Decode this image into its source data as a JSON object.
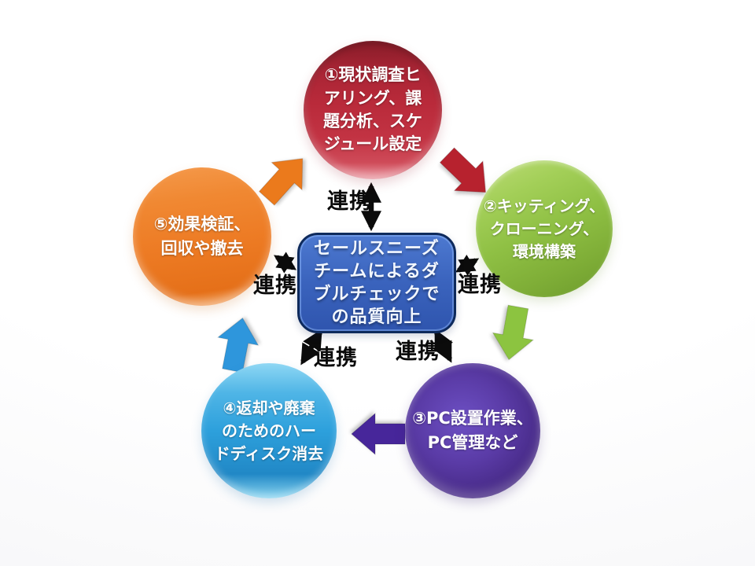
{
  "diagram": {
    "type": "cycle",
    "center": {
      "text": "セールスニーズ\nチームによるダ\nブルチェックで\nの品質向上",
      "fill": "#3A63BD",
      "border": "#0E2A5C"
    },
    "nodes": [
      {
        "id": "step1",
        "text": "①現状調査ヒ\nアリング、課\n題分析、スケ\nジュール設定",
        "color": "#B92A3A"
      },
      {
        "id": "step2",
        "text": "②キッティング、\nクローニング、\n環境構築",
        "color": "#8FC044"
      },
      {
        "id": "step3",
        "text": "③PC設置作業、\nPC管理など",
        "color": "#4A2D96"
      },
      {
        "id": "step4",
        "text": "④返却や廃棄\nのためのハー\nドディスク消去",
        "color": "#2DA0DC"
      },
      {
        "id": "step5",
        "text": "⑤効果検証、\n回収や撤去",
        "color": "#ED7B24"
      }
    ],
    "link_label": "連携",
    "flow_arrows": [
      {
        "from": "step1",
        "to": "step2",
        "color": "#B7222F"
      },
      {
        "from": "step2",
        "to": "step3",
        "color": "#8CC43F"
      },
      {
        "from": "step3",
        "to": "step4",
        "color": "#46289A"
      },
      {
        "from": "step4",
        "to": "step5",
        "color": "#2E96DC"
      },
      {
        "from": "step5",
        "to": "step1",
        "color": "#EB7A1E"
      }
    ]
  },
  "colors": {
    "link_arrow": "#0b0b0b",
    "background": "#FDFDFE",
    "text_on_nodes": "#FFFFFF"
  }
}
